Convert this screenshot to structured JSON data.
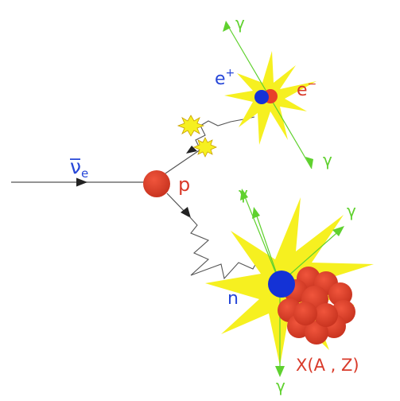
{
  "labels": {
    "antineutrino": "ν̅",
    "antineutrino_sub": "e",
    "proton": "p",
    "neutron": "n",
    "positron": "e",
    "positron_sup": "+",
    "electron": "e",
    "electron_sup": "−",
    "nucleus": "X(A , Z)",
    "gamma": "γ"
  },
  "colors": {
    "nucleon_red": "#e8402a",
    "neutron_blue": "#1432d6",
    "flash_yellow": "#f6f020",
    "gamma_green": "#5fd12e",
    "label_blue": "#2747d8",
    "label_red": "#d93a2a",
    "line_gray": "#555555"
  }
}
